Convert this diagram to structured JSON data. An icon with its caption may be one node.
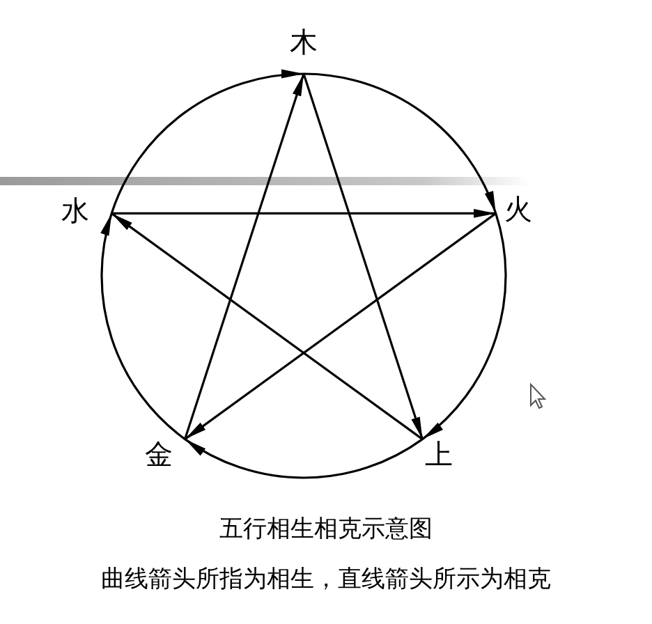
{
  "diagram": {
    "title": "五行相生相克示意图",
    "caption": "曲线箭头所指为相生，直线箭头所示为相克",
    "nodes": [
      {
        "text": [
          "木"
        ]
      },
      {
        "text": [
          "水"
        ]
      },
      {
        "text": [
          "火"
        ]
      },
      {
        "text": [
          "金"
        ]
      },
      {
        "text": [
          "上"
        ]
      }
    ],
    "edges": [
      {
        "from": 0,
        "to": 2,
        "arrow": "to"
      },
      {
        "from": 2,
        "to": 4,
        "arrow": "to"
      },
      {
        "from": 4,
        "to": 3,
        "arrow": "to"
      },
      {
        "from": 3,
        "to": 1,
        "arrow": "to"
      },
      {
        "from": 1,
        "to": 0,
        "arrow": "to"
      },
      {
        "from": 0,
        "to": 4,
        "arrow": "to"
      },
      {
        "from": 4,
        "to": 1,
        "arrow": "to"
      },
      {
        "from": 1,
        "to": 2,
        "arrow": "to"
      },
      {
        "from": 2,
        "to": 3,
        "arrow": "to"
      },
      {
        "from": 3,
        "to": 0,
        "arrow": "to"
      }
    ]
  }
}
